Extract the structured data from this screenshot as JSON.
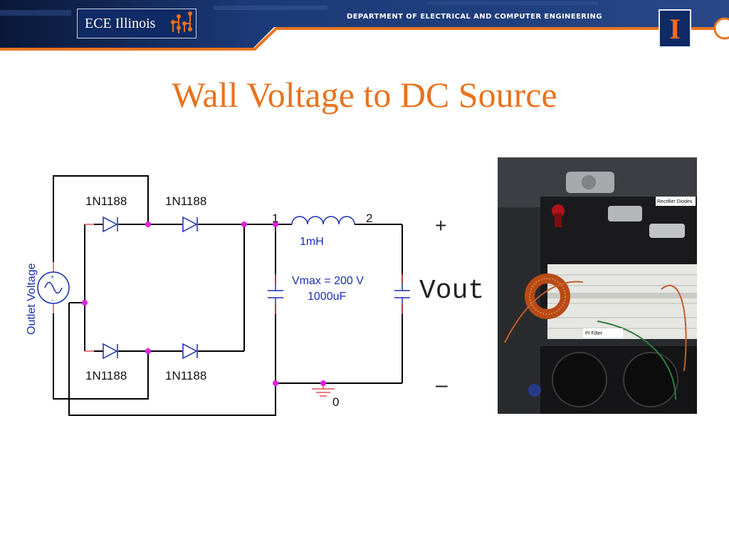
{
  "header": {
    "logo_text": "ECE Illinois",
    "department": "DEPARTMENT OF ELECTRICAL AND COMPUTER ENGINEERING",
    "block_i": "I"
  },
  "slide": {
    "title": "Wall Voltage to DC Source"
  },
  "schematic": {
    "source_label": "Outlet Voltage",
    "diode_labels": [
      "1N1188",
      "1N1188",
      "1N1188",
      "1N1188"
    ],
    "node_1": "1",
    "node_2": "2",
    "inductor_label": "1mH",
    "capacitor_rating": "Vmax = 200 V",
    "capacitor_value": "1000uF",
    "ground_node": "0",
    "plus": "+",
    "minus": "–",
    "vout": "Vout"
  },
  "photo": {
    "label_rectifier": "Rectifier Diodes",
    "label_filter": "PI Filter"
  },
  "colors": {
    "title": "#e8731e",
    "banner_navy": "#0f2a64",
    "banner_orange": "#e8731e",
    "wire": "#000000",
    "pin_red": "#e05050",
    "node_dot": "#e020e0",
    "source_blue": "#1a2fae"
  }
}
